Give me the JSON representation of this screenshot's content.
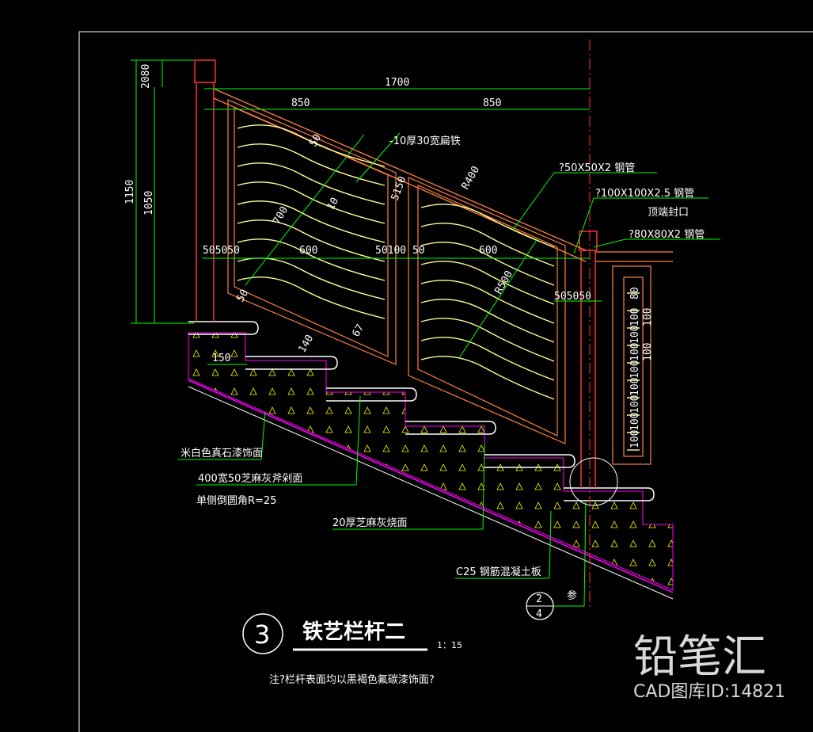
{
  "dimensions": {
    "total_width": "1700",
    "half_left": "850",
    "half_right": "850",
    "top_cap": "2080",
    "height_total": "1150",
    "height_inner": "1050",
    "panel_left_offsets": "505050",
    "panel_width_left": "600",
    "panel_mid_gap": "50100 50",
    "panel_width_right": "600",
    "panel_right_offsets": "505050",
    "dim_50_top": "50",
    "dim_700": "700",
    "dim_10": "10",
    "dim_50_bottom": "50",
    "dim_67": "67",
    "dim_5150": "5150",
    "radius_400": "R400",
    "radius_500": "R500",
    "step_150": "150",
    "step_140": "140",
    "baluster_spacing": [
      "100",
      "100",
      "100",
      "100",
      "100",
      "100",
      "100",
      "100",
      "100",
      "100"
    ],
    "baluster_top": "80"
  },
  "annotations": {
    "flat_bar": "-10厚30宽扁铁",
    "steel_tube_50": "?50X50X2 钢管",
    "steel_tube_100": "?100X100X2.5 钢管",
    "end_cap": "顶端封口",
    "steel_tube_80": "?80X80X2 钢管",
    "stone_paint": "米白色真石漆饰面",
    "granite_400": "400宽50芝麻灰斧剁面",
    "round_corner": "单侧倒圆角R=25",
    "granite_20": "20厚芝麻灰烧面",
    "concrete": "C25 钢筋混凝土板",
    "ref_label": "参"
  },
  "detail_ref": {
    "top": "2",
    "bottom": "4"
  },
  "title": {
    "number": "3",
    "text": "铁艺栏杆二",
    "scale": "1：15",
    "note": "注?栏杆表面均以黑褐色氟碳漆饰面?"
  },
  "watermark": {
    "brand": "铅笔汇",
    "id_text": "CAD图库ID:14821"
  }
}
